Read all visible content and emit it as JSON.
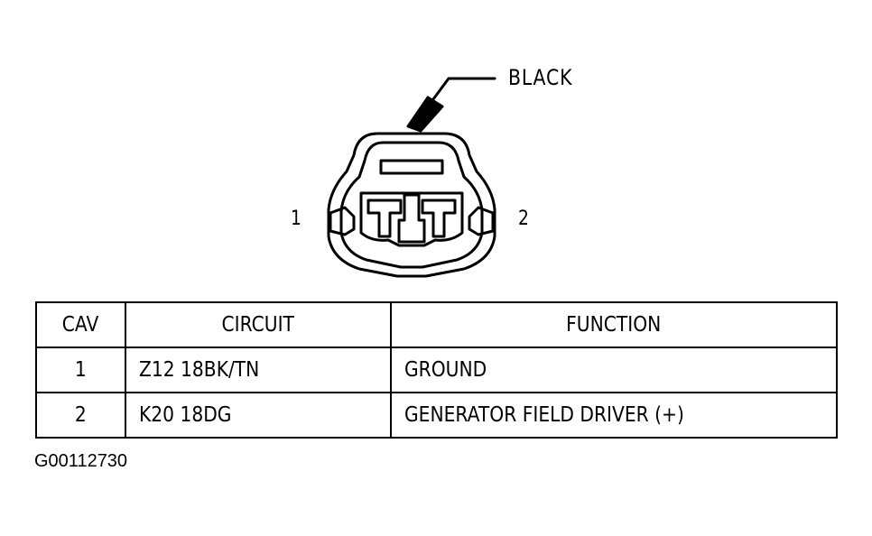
{
  "connector": {
    "color_label": "BLACK",
    "pin_labels": [
      "1",
      "2"
    ]
  },
  "table": {
    "headers": [
      "CAV",
      "CIRCUIT",
      "FUNCTION"
    ],
    "rows": [
      {
        "cav": "1",
        "circuit": "Z12 18BK/TN",
        "function": "GROUND"
      },
      {
        "cav": "2",
        "circuit": "K20 18DG",
        "function": "GENERATOR FIELD DRIVER (+)"
      }
    ]
  },
  "figure_id": "G00112730"
}
